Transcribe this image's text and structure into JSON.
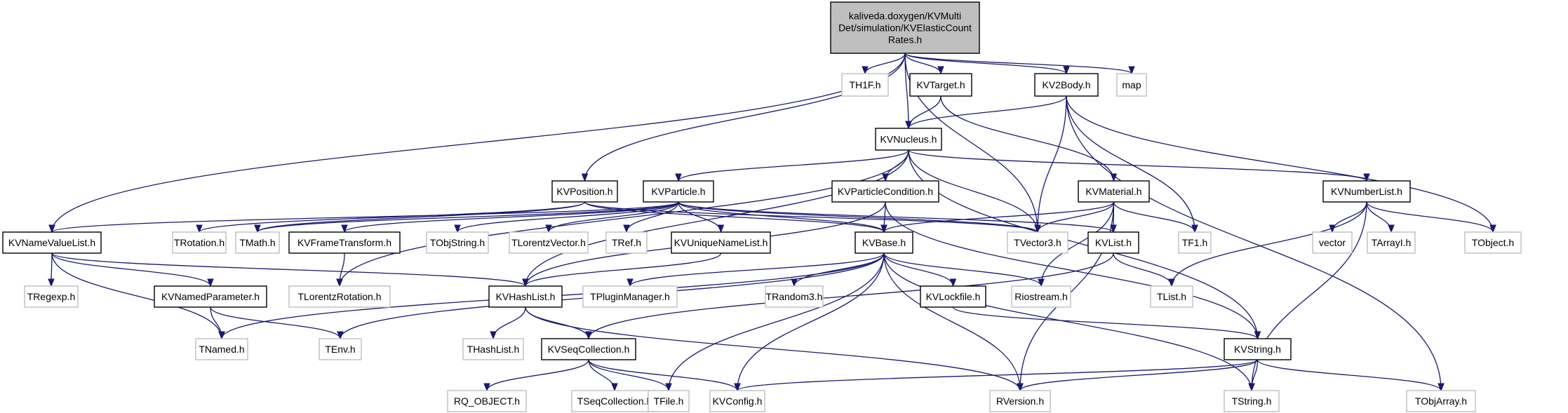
{
  "diagram": {
    "root": "kaliveda.doxygen/KVMulti\nDet/simulation/KVElasticCount\nRates.h",
    "nodes": [
      {
        "id": "root",
        "label": "kaliveda.doxygen/KVMulti\nDet/simulation/KVElasticCount\nRates.h",
        "kind": "root"
      },
      {
        "id": "TH1F",
        "label": "TH1F.h",
        "kind": "ext"
      },
      {
        "id": "KVTarget",
        "label": "KVTarget.h",
        "kind": "int"
      },
      {
        "id": "KV2Body",
        "label": "KV2Body.h",
        "kind": "int"
      },
      {
        "id": "map",
        "label": "map",
        "kind": "ext"
      },
      {
        "id": "KVNucleus",
        "label": "KVNucleus.h",
        "kind": "int"
      },
      {
        "id": "KVPosition",
        "label": "KVPosition.h",
        "kind": "int"
      },
      {
        "id": "KVParticle",
        "label": "KVParticle.h",
        "kind": "int"
      },
      {
        "id": "KVParticleCondition",
        "label": "KVParticleCondition.h",
        "kind": "int"
      },
      {
        "id": "KVMaterial",
        "label": "KVMaterial.h",
        "kind": "int"
      },
      {
        "id": "KVNumberList",
        "label": "KVNumberList.h",
        "kind": "int"
      },
      {
        "id": "KVNameValueList",
        "label": "KVNameValueList.h",
        "kind": "int"
      },
      {
        "id": "TRotation",
        "label": "TRotation.h",
        "kind": "ext"
      },
      {
        "id": "TMath",
        "label": "TMath.h",
        "kind": "ext"
      },
      {
        "id": "KVFrameTransform",
        "label": "KVFrameTransform.h",
        "kind": "int"
      },
      {
        "id": "TObjString",
        "label": "TObjString.h",
        "kind": "ext"
      },
      {
        "id": "TLorentzVector",
        "label": "TLorentzVector.h",
        "kind": "ext"
      },
      {
        "id": "TRef",
        "label": "TRef.h",
        "kind": "ext"
      },
      {
        "id": "KVUniqueNameList",
        "label": "KVUniqueNameList.h",
        "kind": "int"
      },
      {
        "id": "KVBase",
        "label": "KVBase.h",
        "kind": "int"
      },
      {
        "id": "TVector3",
        "label": "TVector3.h",
        "kind": "ext"
      },
      {
        "id": "KVList",
        "label": "KVList.h",
        "kind": "int"
      },
      {
        "id": "TF1",
        "label": "TF1.h",
        "kind": "ext"
      },
      {
        "id": "vector",
        "label": "vector",
        "kind": "ext"
      },
      {
        "id": "TArrayI",
        "label": "TArrayI.h",
        "kind": "ext"
      },
      {
        "id": "TObject",
        "label": "TObject.h",
        "kind": "ext"
      },
      {
        "id": "TRegexp",
        "label": "TRegexp.h",
        "kind": "ext"
      },
      {
        "id": "KVNamedParameter",
        "label": "KVNamedParameter.h",
        "kind": "int"
      },
      {
        "id": "TLorentzRotation",
        "label": "TLorentzRotation.h",
        "kind": "ext"
      },
      {
        "id": "KVHashList",
        "label": "KVHashList.h",
        "kind": "int"
      },
      {
        "id": "TPluginManager",
        "label": "TPluginManager.h",
        "kind": "ext"
      },
      {
        "id": "TRandom3",
        "label": "TRandom3.h",
        "kind": "ext"
      },
      {
        "id": "KVLockfile",
        "label": "KVLockfile.h",
        "kind": "int"
      },
      {
        "id": "Riostream",
        "label": "Riostream.h",
        "kind": "ext"
      },
      {
        "id": "TList",
        "label": "TList.h",
        "kind": "ext"
      },
      {
        "id": "TNamed",
        "label": "TNamed.h",
        "kind": "ext"
      },
      {
        "id": "TEnv",
        "label": "TEnv.h",
        "kind": "ext"
      },
      {
        "id": "THashList",
        "label": "THashList.h",
        "kind": "ext"
      },
      {
        "id": "KVSeqCollection",
        "label": "KVSeqCollection.h",
        "kind": "int"
      },
      {
        "id": "KVString",
        "label": "KVString.h",
        "kind": "int"
      },
      {
        "id": "RQ_OBJECT",
        "label": "RQ_OBJECT.h",
        "kind": "ext"
      },
      {
        "id": "TSeqCollection",
        "label": "TSeqCollection.h",
        "kind": "ext"
      },
      {
        "id": "TFile",
        "label": "TFile.h",
        "kind": "ext"
      },
      {
        "id": "KVConfig",
        "label": "KVConfig.h",
        "kind": "ext"
      },
      {
        "id": "RVersion",
        "label": "RVersion.h",
        "kind": "ext"
      },
      {
        "id": "TString",
        "label": "TString.h",
        "kind": "ext"
      },
      {
        "id": "TObjArray",
        "label": "TObjArray.h",
        "kind": "ext"
      }
    ],
    "edges": [
      [
        "root",
        "TH1F"
      ],
      [
        "root",
        "KVTarget"
      ],
      [
        "root",
        "KV2Body"
      ],
      [
        "root",
        "map"
      ],
      [
        "root",
        "KVNucleus"
      ],
      [
        "root",
        "KVPosition"
      ],
      [
        "root",
        "KVNameValueList"
      ],
      [
        "root",
        "TVector3"
      ],
      [
        "KVTarget",
        "KVNucleus"
      ],
      [
        "KVTarget",
        "KVMaterial"
      ],
      [
        "KV2Body",
        "KVNucleus"
      ],
      [
        "KV2Body",
        "TVector3"
      ],
      [
        "KV2Body",
        "TF1"
      ],
      [
        "KV2Body",
        "TObject"
      ],
      [
        "KV2Body",
        "TObjArray"
      ],
      [
        "KVNucleus",
        "KVParticle"
      ],
      [
        "KVNucleus",
        "KVParticleCondition"
      ],
      [
        "KVNucleus",
        "TVector3"
      ],
      [
        "KVNucleus",
        "KVNumberList"
      ],
      [
        "KVNucleus",
        "KVString"
      ],
      [
        "KVNucleus",
        "TLorentzRotation"
      ],
      [
        "KVNucleus",
        "KVHashList"
      ],
      [
        "KVPosition",
        "TRotation"
      ],
      [
        "KVPosition",
        "TMath"
      ],
      [
        "KVPosition",
        "TVector3"
      ],
      [
        "KVPosition",
        "KVBase"
      ],
      [
        "KVParticle",
        "KVNameValueList"
      ],
      [
        "KVParticle",
        "TMath"
      ],
      [
        "KVParticle",
        "KVFrameTransform"
      ],
      [
        "KVParticle",
        "TObjString"
      ],
      [
        "KVParticle",
        "TLorentzVector"
      ],
      [
        "KVParticle",
        "TRef"
      ],
      [
        "KVParticle",
        "KVUniqueNameList"
      ],
      [
        "KVParticle",
        "KVBase"
      ],
      [
        "KVParticle",
        "TVector3"
      ],
      [
        "KVParticle",
        "KVList"
      ],
      [
        "KVParticleCondition",
        "KVBase"
      ],
      [
        "KVParticleCondition",
        "KVHashList"
      ],
      [
        "KVParticleCondition",
        "KVString"
      ],
      [
        "KVMaterial",
        "KVBase"
      ],
      [
        "KVMaterial",
        "TVector3"
      ],
      [
        "KVMaterial",
        "KVList"
      ],
      [
        "KVMaterial",
        "TF1"
      ],
      [
        "KVMaterial",
        "Riostream"
      ],
      [
        "KVMaterial",
        "RVersion"
      ],
      [
        "KVNumberList",
        "vector"
      ],
      [
        "KVNumberList",
        "TArrayI"
      ],
      [
        "KVNumberList",
        "TObject"
      ],
      [
        "KVNumberList",
        "TList"
      ],
      [
        "KVNumberList",
        "TString"
      ],
      [
        "KVNameValueList",
        "TRegexp"
      ],
      [
        "KVNameValueList",
        "KVNamedParameter"
      ],
      [
        "KVNameValueList",
        "TNamed"
      ],
      [
        "KVNameValueList",
        "KVHashList"
      ],
      [
        "KVFrameTransform",
        "TLorentzRotation"
      ],
      [
        "KVUniqueNameList",
        "KVHashList"
      ],
      [
        "KVBase",
        "TNamed"
      ],
      [
        "KVBase",
        "TEnv"
      ],
      [
        "KVBase",
        "TPluginManager"
      ],
      [
        "KVBase",
        "TRandom3"
      ],
      [
        "KVBase",
        "KVLockfile"
      ],
      [
        "KVBase",
        "Riostream"
      ],
      [
        "KVBase",
        "TFile"
      ],
      [
        "KVBase",
        "KVConfig"
      ],
      [
        "KVBase",
        "RVersion"
      ],
      [
        "KVBase",
        "TString"
      ],
      [
        "KVList",
        "TList"
      ],
      [
        "KVList",
        "KVSeqCollection"
      ],
      [
        "KVNamedParameter",
        "TNamed"
      ],
      [
        "KVNamedParameter",
        "TEnv"
      ],
      [
        "KVHashList",
        "THashList"
      ],
      [
        "KVHashList",
        "KVSeqCollection"
      ],
      [
        "KVHashList",
        "RVersion"
      ],
      [
        "KVLockfile",
        "KVString"
      ],
      [
        "KVSeqCollection",
        "RQ_OBJECT"
      ],
      [
        "KVSeqCollection",
        "TSeqCollection"
      ],
      [
        "KVSeqCollection",
        "TFile"
      ],
      [
        "KVSeqCollection",
        "KVConfig"
      ],
      [
        "KVString",
        "KVConfig"
      ],
      [
        "KVString",
        "RVersion"
      ],
      [
        "KVString",
        "TString"
      ],
      [
        "KVString",
        "TObjArray"
      ]
    ]
  }
}
